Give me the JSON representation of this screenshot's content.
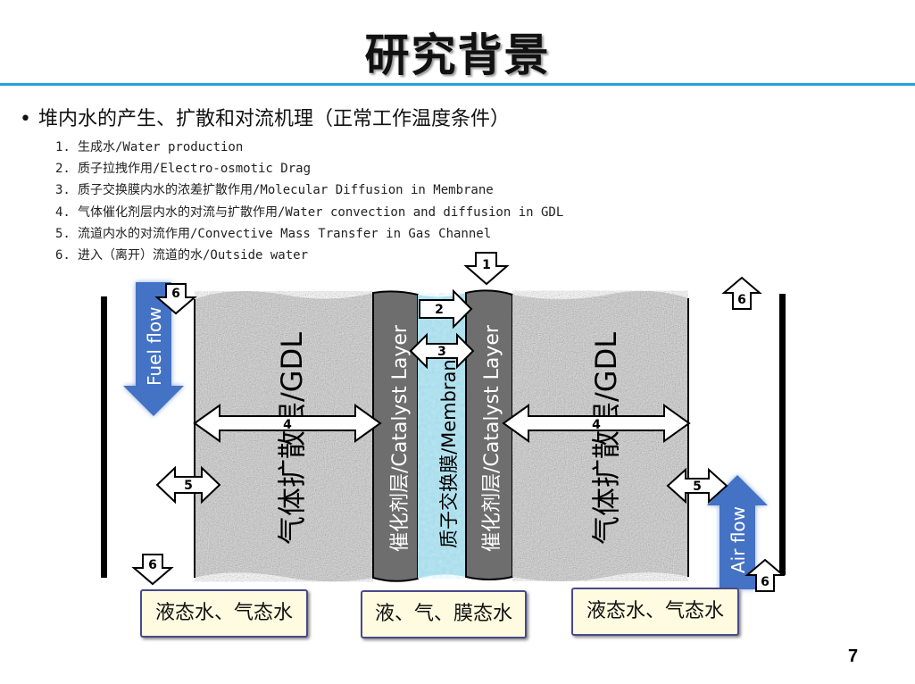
{
  "slide": {
    "title": "研究背景",
    "bullet": "堆内水的产生、扩散和对流机理（正常工作温度条件）",
    "items": [
      {
        "num": "1.",
        "text": "生成水/Water production"
      },
      {
        "num": "2.",
        "text": "质子拉拽作用/Electro-osmotic Drag"
      },
      {
        "num": "3.",
        "text": "质子交换膜内水的浓差扩散作用/Molecular Diffusion in Membrane"
      },
      {
        "num": "4.",
        "text": "气体催化剂层内水的对流与扩散作用/Water convection and diffusion in GDL"
      },
      {
        "num": "5.",
        "text": "流道内水的对流作用/Convective Mass Transfer in Gas Channel"
      },
      {
        "num": "6.",
        "text": "进入（离开）流道的水/Outside water"
      }
    ],
    "page_number": "7"
  },
  "diagram": {
    "layers": {
      "gdl_left": "气体扩散层/GDL",
      "cl_left": "催化剂层/Catalyst Layer",
      "membrane": "质子交换膜/Membrane",
      "cl_right": "催化剂层/Catalyst Layer",
      "gdl_right": "气体扩散层/GDL"
    },
    "flows": {
      "fuel": "Fuel flow",
      "air": "Air flow"
    },
    "arrow_labels": {
      "a1": "1",
      "a2": "2",
      "a3": "3",
      "a4_left": "4",
      "a4_right": "4",
      "a5_left": "5",
      "a5_right": "5",
      "a6_top_left": "6",
      "a6_bottom_left": "6",
      "a6_top_right": "6",
      "a6_bottom_right": "6"
    },
    "boxes": {
      "left": "液态水、气态水",
      "middle": "液、气、膜态水",
      "right": "液态水、气态水"
    },
    "colors": {
      "rule": "#23a3d9",
      "catalyst": "#6e6e6e",
      "membrane": "#9fd6e6",
      "flow_arrow": "#4472c4",
      "box_fill": "#fffbe0"
    }
  }
}
